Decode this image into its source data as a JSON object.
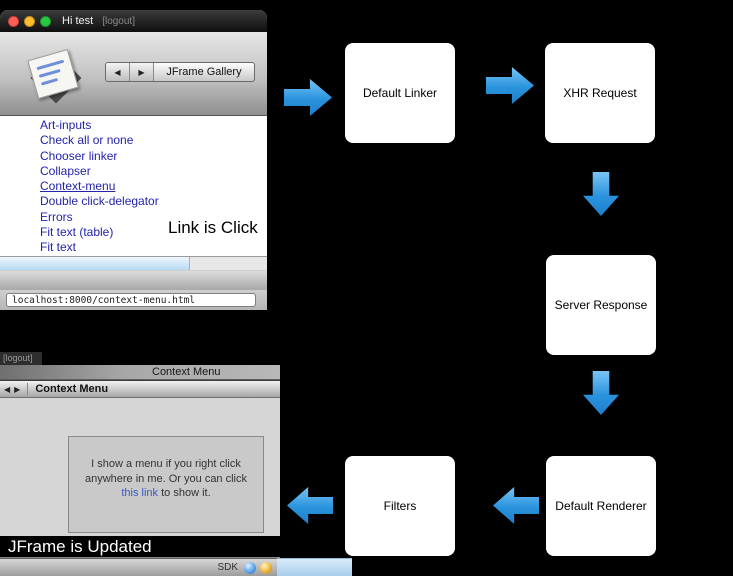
{
  "colors": {
    "background": "#000000",
    "arrow_blue": "#2f97e0",
    "gallery_link_blue": "#2323ab",
    "note_link_blue": "#3a57c8",
    "traffic_close": "#ff5f57",
    "traffic_minimize": "#febc2e",
    "traffic_zoom": "#28c840"
  },
  "icons": {
    "back_glyph": "◀",
    "forward_glyph": "▶"
  },
  "flow": {
    "default_linker": "Default Linker",
    "xhr_request": "XHR Request",
    "server_response": "Server Response",
    "default_renderer": "Default Renderer",
    "filters": "Filters"
  },
  "captions": {
    "link_clicked": "Link is Click",
    "jframe_updated": "JFrame is Updated"
  },
  "browser_top": {
    "title": "Hi test",
    "logout": "[logout]",
    "gallery_label": "JFrame Gallery",
    "links": [
      "Art-inputs",
      "Check all or none",
      "Chooser linker",
      "Collapser",
      "Context-menu",
      "Double click-delegator",
      "Errors",
      "Fit text (table)",
      "Fit text"
    ],
    "url": "localhost:8000/context-menu.html"
  },
  "browser_bottom": {
    "logout": "[logout]",
    "heading": "Context Menu",
    "toolbar_label": "Context Menu",
    "body_line1": "I show a menu if you right click",
    "body_line2": "anywhere in me. Or you can click",
    "body_link": "this link",
    "body_line3_rest": " to show it.",
    "sdk_label": "SDK"
  }
}
